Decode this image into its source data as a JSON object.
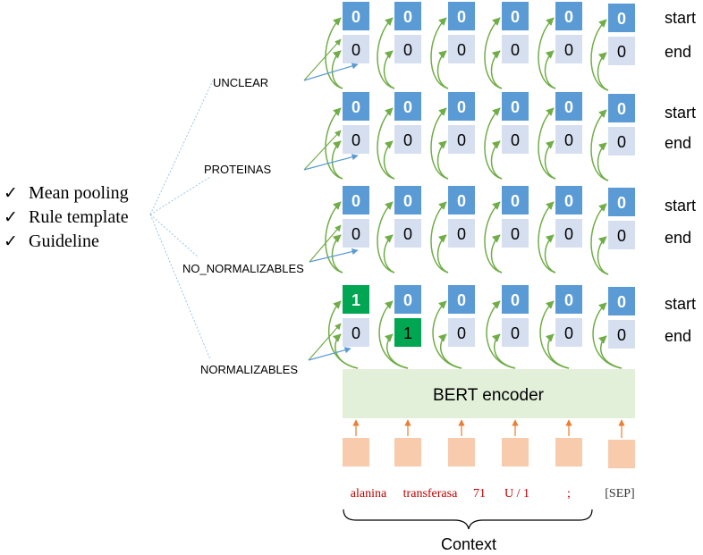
{
  "strategies": [
    {
      "check": "✓",
      "label": "Mean pooling"
    },
    {
      "check": "✓",
      "label": "Rule template"
    },
    {
      "check": "✓",
      "label": "Guideline"
    }
  ],
  "groups": [
    {
      "label": "UNCLEAR",
      "start": [
        "0",
        "0",
        "0",
        "0",
        "0",
        "0"
      ],
      "end": [
        "0",
        "0",
        "0",
        "0",
        "0",
        "0"
      ],
      "start_highlight": [
        false,
        false,
        false,
        false,
        false,
        false
      ],
      "end_highlight": [
        false,
        false,
        false,
        false,
        false,
        false
      ]
    },
    {
      "label": "PROTEINAS",
      "start": [
        "0",
        "0",
        "0",
        "0",
        "0",
        "0"
      ],
      "end": [
        "0",
        "0",
        "0",
        "0",
        "0",
        "0"
      ],
      "start_highlight": [
        false,
        false,
        false,
        false,
        false,
        false
      ],
      "end_highlight": [
        false,
        false,
        false,
        false,
        false,
        false
      ]
    },
    {
      "label": "NO_NORMALIZABLES",
      "start": [
        "0",
        "0",
        "0",
        "0",
        "0",
        "0"
      ],
      "end": [
        "0",
        "0",
        "0",
        "0",
        "0",
        "0"
      ],
      "start_highlight": [
        false,
        false,
        false,
        false,
        false,
        false
      ],
      "end_highlight": [
        false,
        false,
        false,
        false,
        false,
        false
      ]
    },
    {
      "label": "NORMALIZABLES",
      "start": [
        "1",
        "0",
        "0",
        "0",
        "0",
        "0"
      ],
      "end": [
        "0",
        "1",
        "0",
        "0",
        "0",
        "0"
      ],
      "start_highlight": [
        true,
        false,
        false,
        false,
        false,
        false
      ],
      "end_highlight": [
        false,
        true,
        false,
        false,
        false,
        false
      ]
    }
  ],
  "row_labels": {
    "start": "start",
    "end": "end"
  },
  "encoder_label": "BERT encoder",
  "tokens": [
    "alanina",
    "transferasa",
    "71",
    "U / 1",
    ";",
    "[SEP]"
  ],
  "context_label": "Context",
  "colors": {
    "start_cell": "#5b9bd5",
    "end_cell": "#d6dff0",
    "highlight": "#00a651",
    "encoder": "#e2efd9",
    "token_box": "#f8cbad",
    "token_arrow": "#ed7d31",
    "green_arrow": "#70ad47",
    "blue_arrow": "#5b9bd5",
    "token_text": "#c00000",
    "sep_text": "#333333"
  }
}
